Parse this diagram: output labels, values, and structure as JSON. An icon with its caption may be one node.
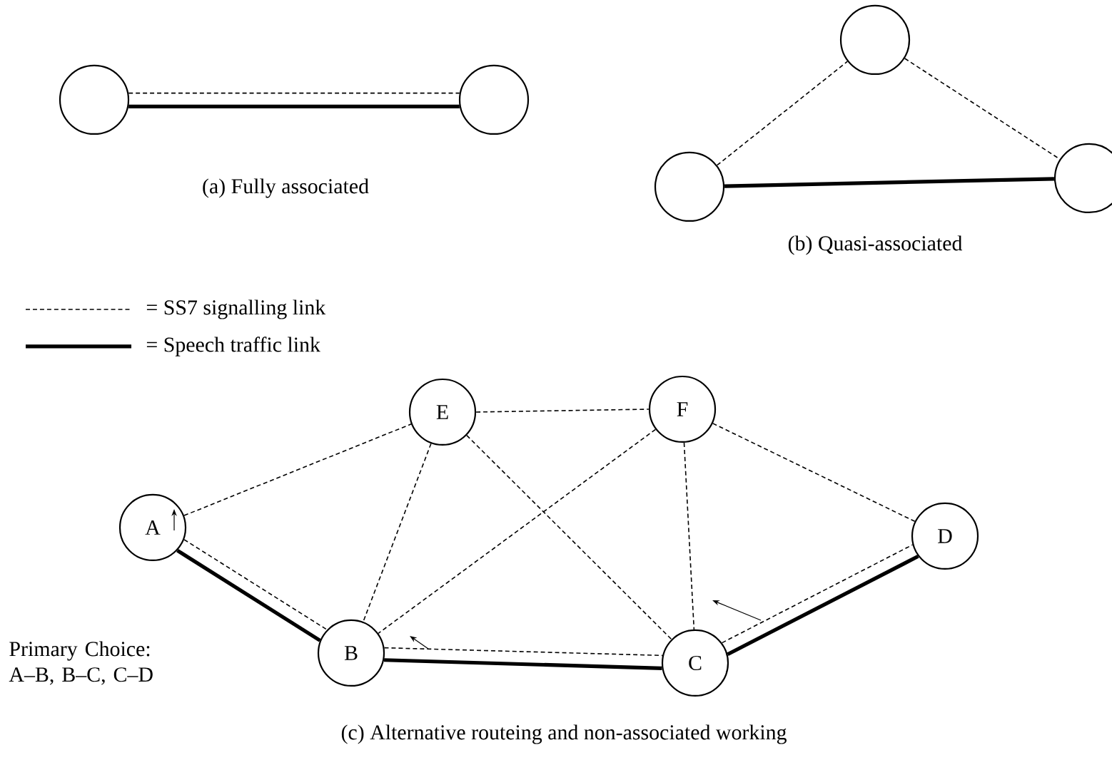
{
  "diagram": {
    "nodes": [
      {
        "text": [],
        "shape": "circle"
      },
      {
        "text": [],
        "shape": "circle"
      },
      {
        "text": [],
        "shape": "circle"
      },
      {
        "text": [],
        "shape": "circle"
      },
      {
        "text": [],
        "shape": "circle"
      },
      {
        "text": [
          "E"
        ]
      },
      {
        "text": [
          "F"
        ]
      },
      {
        "text": [
          "A"
        ]
      },
      {
        "text": [
          "D"
        ]
      },
      {
        "text": [
          "B"
        ]
      },
      {
        "text": [
          "C"
        ]
      }
    ],
    "edges": [
      {
        "from": 0,
        "to": 1,
        "arrow": "none",
        "style": "dashed"
      },
      {
        "from": 0,
        "to": 1,
        "arrow": "none",
        "style": "thick"
      },
      {
        "from": 3,
        "to": 2,
        "arrow": "none",
        "style": "dashed"
      },
      {
        "from": 2,
        "to": 4,
        "arrow": "none",
        "style": "dashed"
      },
      {
        "from": 3,
        "to": 4,
        "arrow": "none",
        "style": "thick"
      },
      {
        "from": 7,
        "to": 5,
        "arrow": "none",
        "style": "dashed"
      },
      {
        "from": 5,
        "to": 6,
        "arrow": "none",
        "style": "dashed"
      },
      {
        "from": 6,
        "to": 8,
        "arrow": "none",
        "style": "dashed"
      },
      {
        "from": 7,
        "to": 9,
        "arrow": "none",
        "style": "dashed"
      },
      {
        "from": 7,
        "to": 9,
        "arrow": "none",
        "style": "thick"
      },
      {
        "from": 9,
        "to": 10,
        "arrow": "none",
        "style": "dashed"
      },
      {
        "from": 9,
        "to": 10,
        "arrow": "none",
        "style": "thick"
      },
      {
        "from": 10,
        "to": 8,
        "arrow": "none",
        "style": "dashed"
      },
      {
        "from": 10,
        "to": 8,
        "arrow": "none",
        "style": "thick"
      },
      {
        "from": 5,
        "to": 9,
        "arrow": "none",
        "style": "dashed"
      },
      {
        "from": 5,
        "to": 10,
        "arrow": "none",
        "style": "dashed"
      },
      {
        "from": 6,
        "to": 9,
        "arrow": "none",
        "style": "dashed"
      },
      {
        "from": 6,
        "to": 10,
        "arrow": "none",
        "style": "dashed"
      }
    ],
    "labels": [
      "(a) Fully associated",
      "(b) Quasi-associated",
      "Primary Choice: A–B, B–C, C–D",
      "(c) Alternative routeing and non-associated working"
    ],
    "legend": [
      {
        "text": "= SS7 signalling link"
      },
      {
        "text": "= Speech traffic link"
      }
    ]
  }
}
